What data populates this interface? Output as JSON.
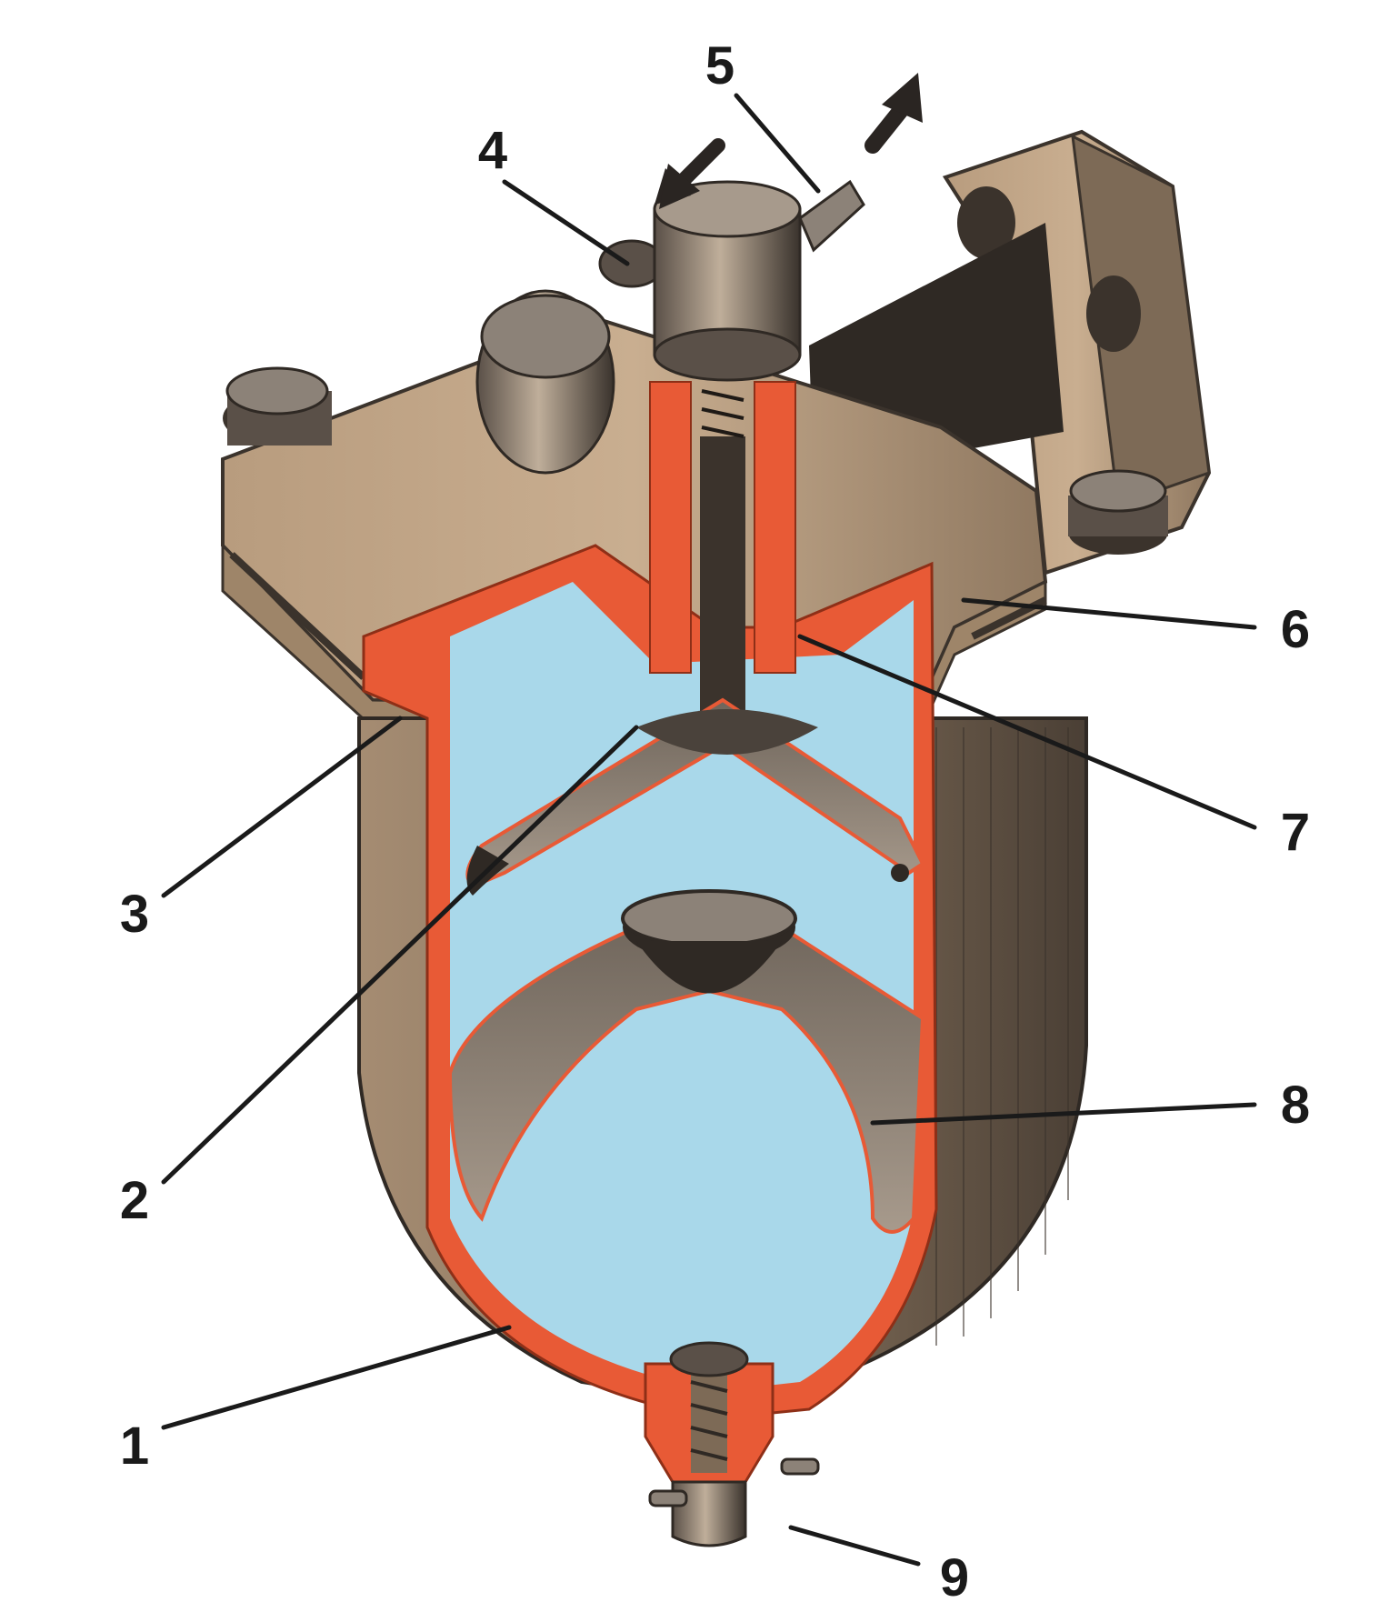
{
  "callouts": [
    {
      "id": "1",
      "label": "1"
    },
    {
      "id": "2",
      "label": "2"
    },
    {
      "id": "3",
      "label": "3"
    },
    {
      "id": "4",
      "label": "4"
    },
    {
      "id": "5",
      "label": "5"
    },
    {
      "id": "6",
      "label": "6"
    },
    {
      "id": "7",
      "label": "7"
    },
    {
      "id": "8",
      "label": "8"
    },
    {
      "id": "9",
      "label": "9"
    }
  ],
  "colors": {
    "housing": "#c4a98a",
    "housing_shadow": "#8f7860",
    "housing_dark": "#3b332c",
    "section_cut": "#e85a36",
    "fuel": "#a9d8ea",
    "metal_grey": "#8c8278",
    "flow_arrow": "#2a2522"
  },
  "icons": {
    "inlet": "arrow-down-left-icon",
    "outlet": "arrow-up-right-icon"
  }
}
